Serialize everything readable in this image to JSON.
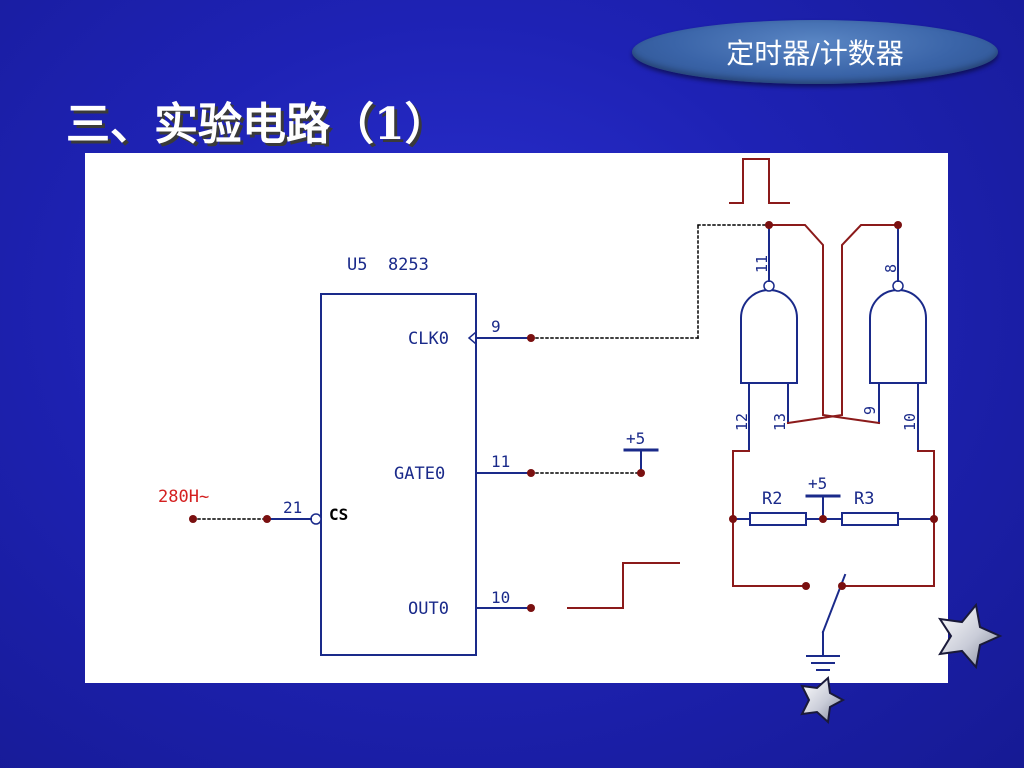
{
  "header": {
    "badge_label": "定时器/计数器"
  },
  "slide": {
    "title": "三、实验电路（1）"
  },
  "diagram": {
    "chip_label": "U5  8253",
    "pins": {
      "clk": {
        "name": "CLK0",
        "number": "9"
      },
      "gate": {
        "name": "GATE0",
        "number": "11"
      },
      "out": {
        "name": "OUT0",
        "number": "10"
      },
      "cs": {
        "name": "CS",
        "number": "21"
      }
    },
    "cs_input_label": "280H~",
    "supply_label_gate": "+5",
    "supply_label_resistor": "+5",
    "nand_left": {
      "output_pin": "11",
      "input_pins": [
        "12",
        "13"
      ]
    },
    "nand_right": {
      "output_pin": "8",
      "input_pins": [
        "9",
        "10"
      ]
    },
    "resistors": [
      "R2",
      "R3"
    ],
    "colors": {
      "wire_blue": "#1a2a8a",
      "wire_red": "#8b1a1a",
      "node": "#7a1010",
      "label_red": "#d42020"
    }
  }
}
